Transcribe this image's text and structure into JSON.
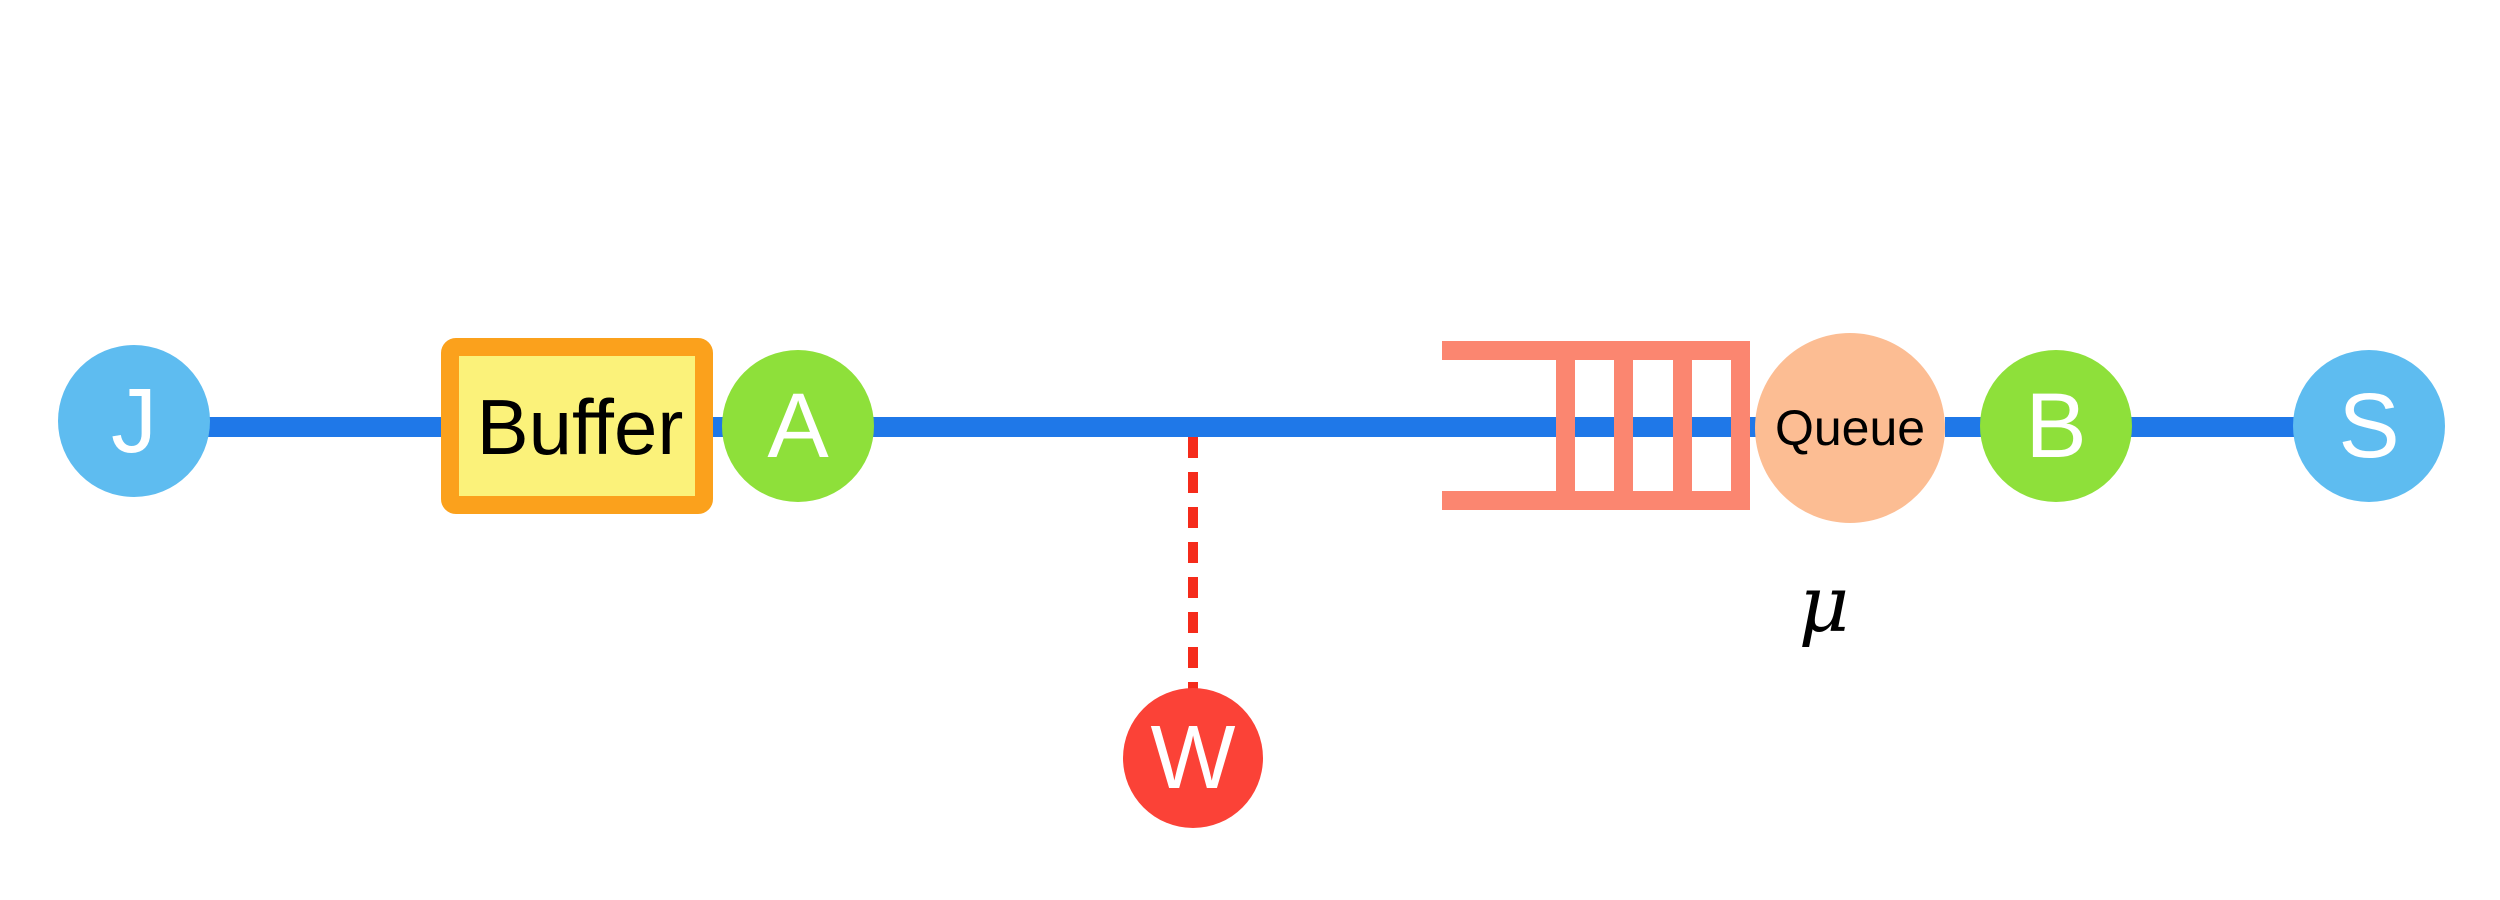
{
  "colors": {
    "main_line": "#1f78e8",
    "endpoint_node": "#5ebcf0",
    "junction_node": "#8ee03a",
    "buffer_fill": "#fbf27a",
    "buffer_border": "#fba11c",
    "queue_rails": "#fb8670",
    "queue_server": "#fcbd93",
    "wireless_node": "#fb4237",
    "dashed_link": "#f52b1b",
    "node_text": "#ffffff",
    "box_text": "#000000"
  },
  "nodes": {
    "j": "J",
    "a": "A",
    "w": "W",
    "b": "B",
    "s": "S"
  },
  "buffer": {
    "label": "Buffer"
  },
  "queue": {
    "label": "Queue",
    "rate_symbol": "μ"
  }
}
